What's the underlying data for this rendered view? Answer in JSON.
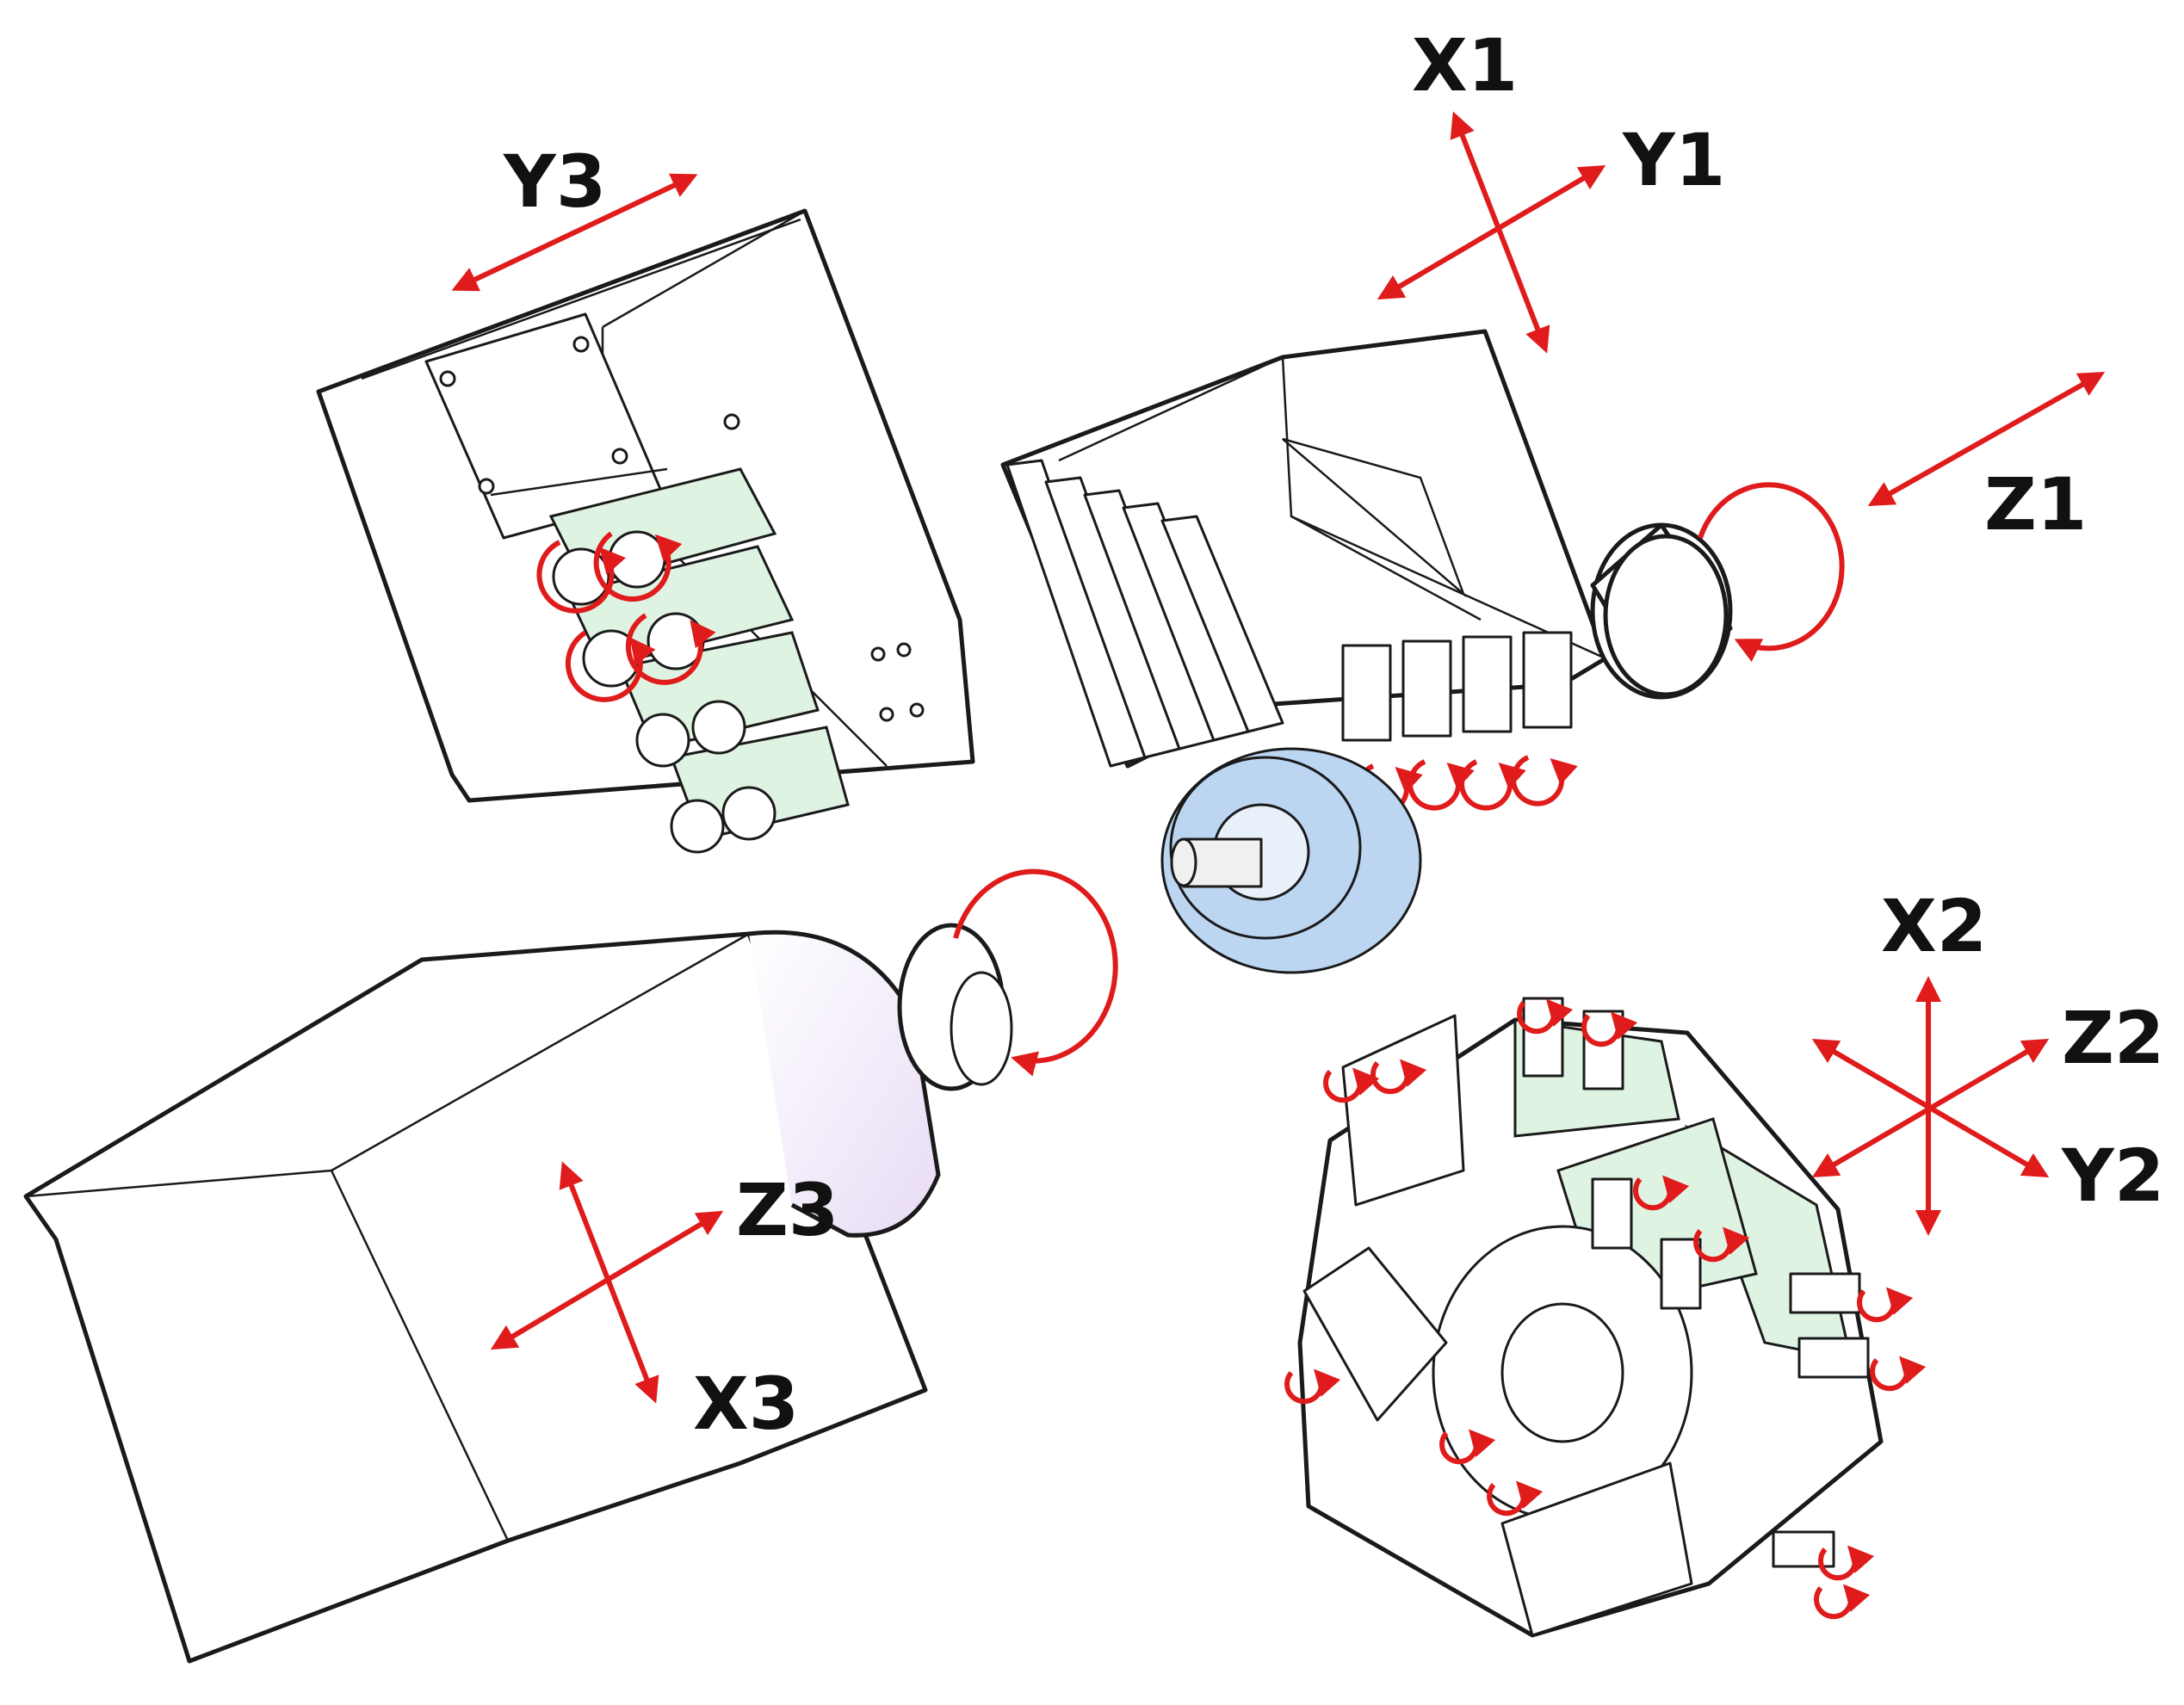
{
  "colors": {
    "axis_arrow": "#e01b1b",
    "outline": "#1a1a1a",
    "tool_green": "#dff3e2",
    "spindle_blue": "#bcd6f2"
  },
  "labels": {
    "y3": "Y3",
    "x1": "X1",
    "y1": "Y1",
    "z1": "Z1",
    "x2": "X2",
    "z2": "Z2",
    "y2": "Y2",
    "z3": "Z3",
    "x3": "X3"
  }
}
